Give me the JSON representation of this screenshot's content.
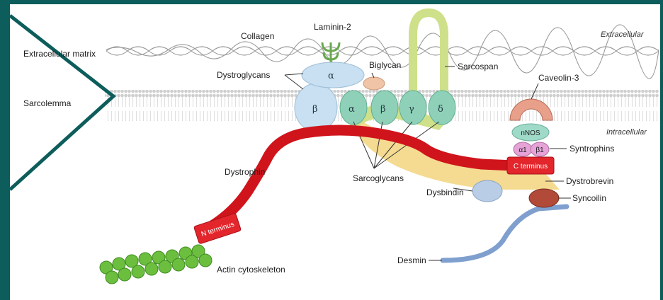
{
  "labels": {
    "extracellular_matrix": "Extracellular matrix",
    "sarcolemma": "Sarcolemma",
    "collagen": "Collagen",
    "laminin": "Laminin-2",
    "extracellular": "Extracellular",
    "intracellular": "Intracellular",
    "dystroglycans": "Dystroglycans",
    "biglycan": "Biglycan",
    "sarcospan": "Sarcospan",
    "caveolin": "Caveolin-3",
    "nnos": "nNOS",
    "syntrophins": "Syntrophins",
    "c_terminus": "C terminus",
    "dystrobrevin": "Dystrobrevin",
    "dysbindin": "Dysbindin",
    "syncoilin": "Syncoilin",
    "dystrophin": "Dystrophin",
    "sarcoglycans": "Sarcoglycans",
    "n_terminus": "N terminus",
    "actin": "Actin cytoskeleton",
    "desmin": "Desmin"
  },
  "glyphs": {
    "dg_alpha": "α",
    "dg_beta": "β",
    "sg_alpha": "α",
    "sg_beta": "β",
    "sg_gamma": "γ",
    "sg_delta": "δ",
    "syn_a1": "α1",
    "syn_b1": "β1"
  },
  "colors": {
    "frame": "#0c5d5b",
    "panel": "#ffffff",
    "dystrophin": "#d0141c",
    "dystroglycan": "#c8e0f2",
    "sarcoglycan": "#8fd1b8",
    "sarcospan": "#cfe08a",
    "dystrobrevin": "#f3d98b",
    "caveolin": "#e8a08a",
    "syntrophin": "#e6a3d8",
    "actin": "#6cbf3e",
    "desmin": "#7f9fcf",
    "syncoilin": "#b24a3a",
    "membrane": "#d7d7d7"
  }
}
